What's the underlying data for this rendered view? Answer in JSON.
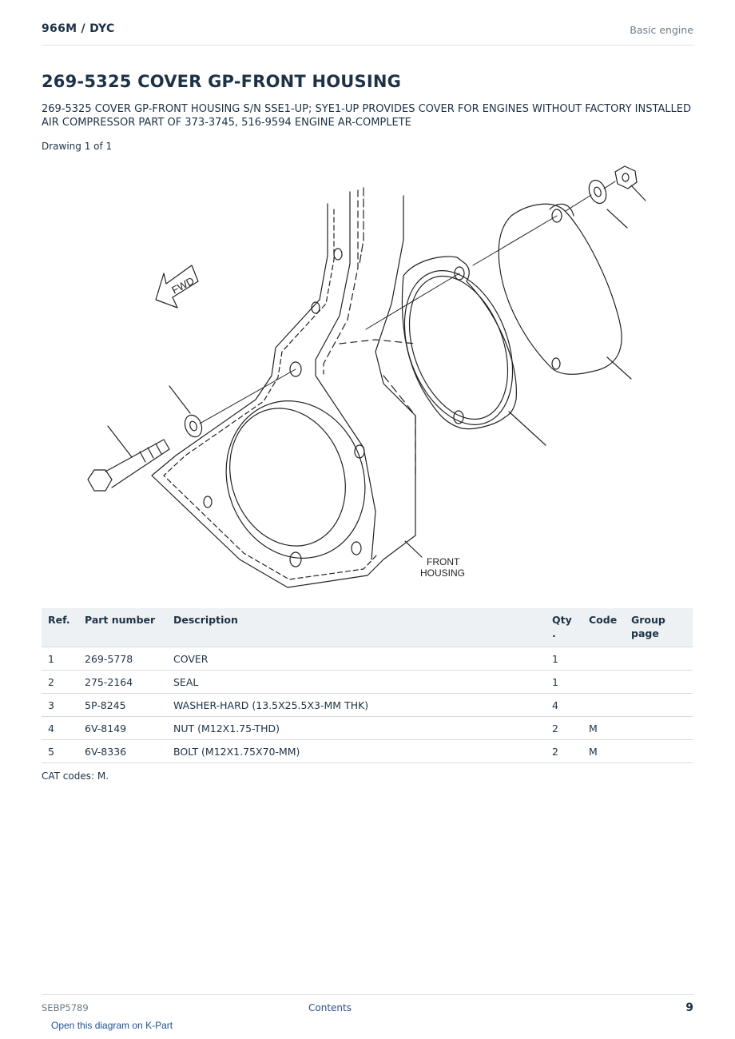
{
  "header": {
    "model": "966M  /  DYC",
    "section": "Basic engine"
  },
  "title": "269-5325 COVER GP-FRONT HOUSING",
  "description": "269-5325 COVER GP-FRONT HOUSING S/N SSE1-UP; SYE1-UP PROVIDES COVER FOR ENGINES WITHOUT FACTORY INSTALLED AIR COMPRESSOR PART OF 373-3745, 516-9594 ENGINE AR-COMPLETE",
  "drawing_count": "Drawing 1 of 1",
  "diagram": {
    "fwd_label": "FWD",
    "callout_line1": "FRONT",
    "callout_line2": "HOUSING"
  },
  "table": {
    "headers": {
      "ref": "Ref.",
      "part_number": "Part number",
      "description": "Description",
      "qty_line1": "Qty",
      "qty_line2": ".",
      "code": "Code",
      "group_line1": "Group",
      "group_line2": "page"
    },
    "rows": [
      {
        "ref": "1",
        "part_number": "269-5778",
        "description": "COVER",
        "qty": "1",
        "code": "",
        "group": ""
      },
      {
        "ref": "2",
        "part_number": "275-2164",
        "description": "SEAL",
        "qty": "1",
        "code": "",
        "group": ""
      },
      {
        "ref": "3",
        "part_number": "5P-8245",
        "description": "WASHER-HARD (13.5X25.5X3-MM THK)",
        "qty": "4",
        "code": "",
        "group": ""
      },
      {
        "ref": "4",
        "part_number": "6V-8149",
        "description": "NUT (M12X1.75-THD)",
        "qty": "2",
        "code": "M",
        "group": ""
      },
      {
        "ref": "5",
        "part_number": "6V-8336",
        "description": "BOLT (M12X1.75X70-MM)",
        "qty": "2",
        "code": "M",
        "group": ""
      }
    ]
  },
  "cat_codes": "CAT codes: M.",
  "footer": {
    "doc_id": "SEBP5789",
    "contents_link": "Contents",
    "page_number": "9"
  },
  "kpart_link": "Open this diagram on K-Part"
}
